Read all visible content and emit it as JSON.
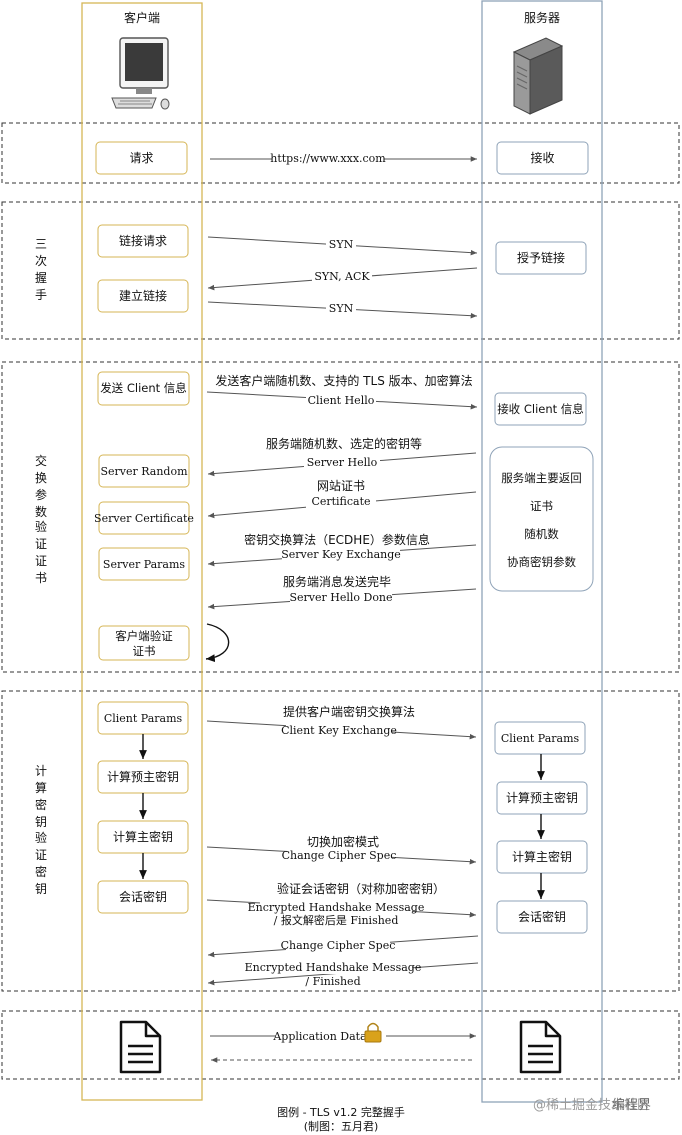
{
  "lanes": {
    "client": "客户端",
    "server": "服务器"
  },
  "phases": {
    "handshake": "三次握手",
    "exchange": "交换参数",
    "verify1": "验证证书",
    "compute": "计算密钥",
    "verify2": "验证密钥"
  },
  "boxes": {
    "request": "请求",
    "receive": "接收",
    "conn_request": "链接请求",
    "grant_conn": "授予链接",
    "establish": "建立链接",
    "send_client_info": "发送 Client 信息",
    "recv_client_info": "接收 Client 信息",
    "server_random": "Server Random",
    "server_cert": "Server Certificate",
    "server_params": "Server Params",
    "client_verify_l1": "客户端验证",
    "client_verify_l2": "证书",
    "server_returns": [
      "服务端主要返回",
      "证书",
      "随机数",
      "协商密钥参数"
    ],
    "client_params": "Client Params",
    "calc_premaster": "计算预主密钥",
    "calc_master": "计算主密钥",
    "session_key": "会话密钥",
    "s_client_params": "Client Params",
    "s_calc_premaster": "计算预主密钥",
    "s_calc_master": "计算主密钥",
    "s_session_key": "会话密钥"
  },
  "messages": {
    "url": "https://www.xxx.com",
    "syn1": "SYN",
    "synack": "SYN, ACK",
    "syn2": "SYN",
    "client_hello_desc": "发送客户端随机数、支持的 TLS 版本、加密算法",
    "client_hello": "Client Hello",
    "server_hello_desc": "服务端随机数、选定的密钥等",
    "server_hello": "Server Hello",
    "cert_desc": "网站证书",
    "certificate": "Certificate",
    "ske_desc": "密钥交换算法（ECDHE）参数信息",
    "ske": "Server Key Exchange",
    "shd_desc": "服务端消息发送完毕",
    "shd": "Server Hello Done",
    "cke_desc": "提供客户端密钥交换算法",
    "cke": "Client Key Exchange",
    "ccs_desc": "切换加密模式",
    "ccs": "Change Cipher Spec",
    "ehm_desc": "验证会话密钥（对称加密密钥）",
    "ehm_l1": "Encrypted Handshake Message",
    "ehm_l2": "/ 报文解密后是 Finished",
    "ccs2": "Change Cipher Spec",
    "ehm2_l1": "Encrypted Handshake Message",
    "ehm2_l2": "/ Finished",
    "app_data": "Application Data"
  },
  "caption": {
    "line1": "图例 - TLS v1.2 完整握手",
    "line2": "(制图：五月君)"
  },
  "watermark": "@稀土掘金技术社区",
  "watermark2": "编程界",
  "colors": {
    "client_lane": "#d6b656",
    "server_lane": "#8fa3b8",
    "box_border": "#d6b656",
    "phase_border": "#333333",
    "arrow": "#555555",
    "monitor_screen": "#3a3a3a",
    "server_body": "#5a5a5a",
    "lock": "#d9a21b"
  },
  "icons": [
    "monitor-icon",
    "server-tower-icon",
    "document-icon",
    "lock-icon"
  ]
}
